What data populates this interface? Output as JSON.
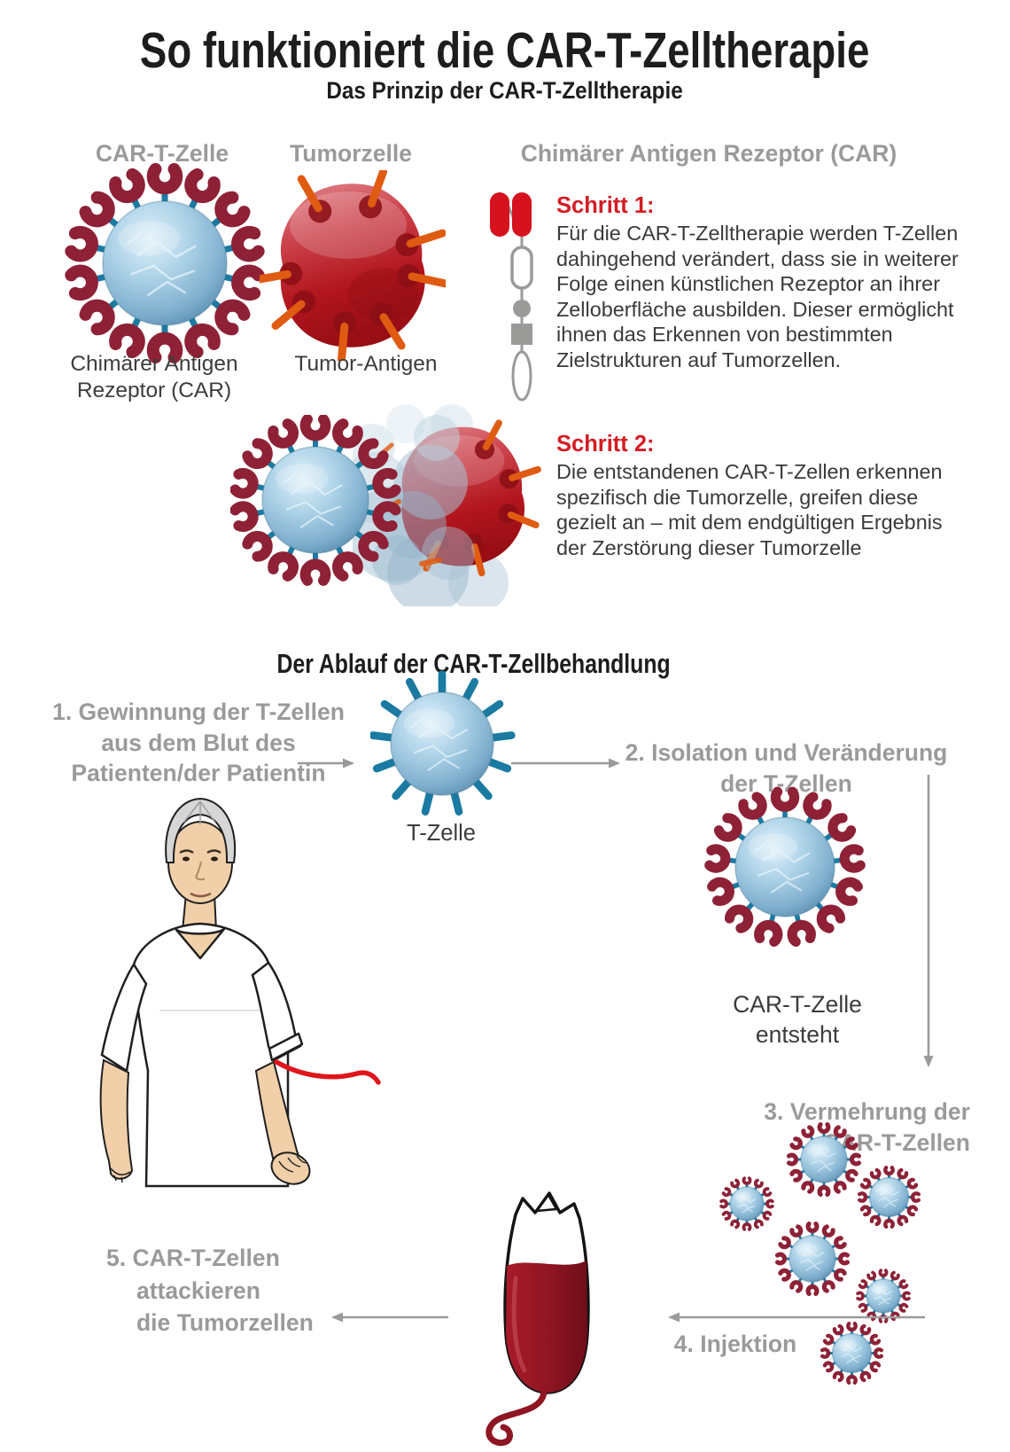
{
  "header": {
    "title": "So funktioniert die CAR-T-Zelltherapie",
    "subtitle": "Das Prinzip der CAR-T-Zelltherapie"
  },
  "principle": {
    "label_car_t_cell": "CAR-T-Zelle",
    "label_tumor_cell": "Tumorzelle",
    "label_car_top": "Chimärer Antigen Rezeptor (CAR)",
    "label_car_below_line1": "Chimärer Antigen",
    "label_car_below_line2": "Rezeptor (CAR)",
    "label_tumor_antigen": "Tumor-Antigen",
    "step1_heading": "Schritt 1:",
    "step1_body": "Für die CAR-T-Zelltherapie werden T-Zellen dahingehend verändert, dass sie in weiterer Folge einen künstlichen Rezeptor an ihrer Zelloberfläche ausbilden. Dieser ermöglicht ihnen das Erkennen von bestimmten Zielstrukturen auf Tumorzellen.",
    "step2_heading": "Schritt 2:",
    "step2_body": "Die entstandenen CAR-T-Zellen erkennen spezifisch die Tumorzelle, greifen diese gezielt an – mit dem endgültigen Ergebnis der Zerstörung dieser Tumorzelle"
  },
  "process": {
    "heading": "Der Ablauf der CAR-T-Zellbehandlung",
    "step1_lines": [
      "1. Gewinnung der T-Zellen",
      "aus dem Blut des",
      "Patienten/der Patientin"
    ],
    "t_cell_label": "T-Zelle",
    "step2_lines": [
      "2. Isolation und Veränderung",
      "der T-Zellen"
    ],
    "car_t_created_lines": [
      "CAR-T-Zelle",
      "entsteht"
    ],
    "step3_lines": [
      "3. Vermehrung der",
      "CAR-T-Zellen"
    ],
    "step4_label": "4. Injektion",
    "step5_lines": [
      "5. CAR-T-Zellen",
      "attackieren",
      "die Tumorzellen"
    ]
  },
  "colors": {
    "accent_red": "#d41c24",
    "label_gray": "#9a9a99",
    "text_dark": "#3c3c3b",
    "cell_blue": "#8fc0dc",
    "receptor_teal": "#1b7aa1",
    "claw_maroon": "#8e2136",
    "tumor_red": "#b2151d",
    "antigen_orange": "#e05b12",
    "blood_red": "#8e1522",
    "arrow_gray": "#9a9a99"
  }
}
